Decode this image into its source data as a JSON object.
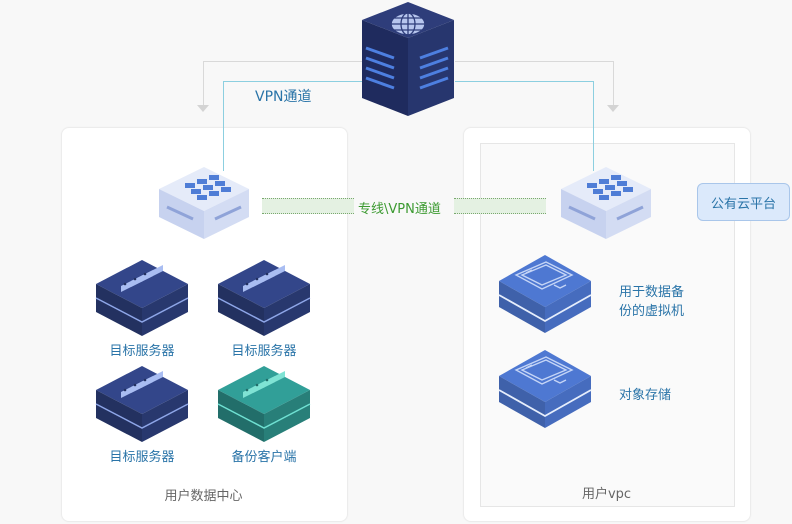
{
  "top_node": {
    "name": "internet-server",
    "icon": "globe-icon"
  },
  "connections": {
    "vpn_label": "VPN通道",
    "dedicated_label": "专线\\VPN通道"
  },
  "left_panel": {
    "title": "用户数据中心",
    "switch_icon": "switch-icon",
    "nodes": [
      {
        "label": "目标服务器",
        "icon": "server-rack-icon",
        "color": "#2c3d78"
      },
      {
        "label": "目标服务器",
        "icon": "server-rack-icon",
        "color": "#2c3d78"
      },
      {
        "label": "目标服务器",
        "icon": "server-rack-icon",
        "color": "#2c3d78"
      },
      {
        "label": "备份客户端",
        "icon": "server-rack-icon",
        "color": "#2b8a84"
      }
    ]
  },
  "right_panel": {
    "title": "用户vpc",
    "badge": "公有云平台",
    "switch_icon": "switch-icon",
    "nodes": [
      {
        "label_line1": "用于数据备",
        "label_line2": "份的虚拟机",
        "icon": "monitor-icon"
      },
      {
        "label_line1": "对象存储",
        "icon": "monitor-icon"
      }
    ]
  },
  "colors": {
    "label_blue": "#2a74a8",
    "vpn_line": "#8ccfe0",
    "dedicated_green": "#3c9a31",
    "server_navy": "#2c3d78",
    "client_teal": "#2b8a84",
    "vm_blue": "#4a72c8"
  }
}
